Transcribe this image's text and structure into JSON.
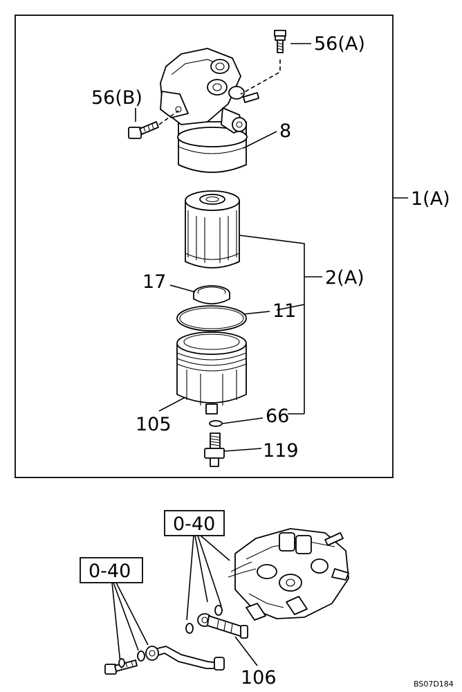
{
  "labels": {
    "p56a": "56(A)",
    "p56b": "56(B)",
    "p8": "8",
    "p1a": "1(A)",
    "p2a": "2(A)",
    "p17": "17",
    "p11": "11",
    "p66": "66",
    "p105": "105",
    "p119": "119",
    "boxA": "0-40",
    "boxB": "0-40",
    "p106": "106"
  },
  "diagram_code": "BS07D184"
}
